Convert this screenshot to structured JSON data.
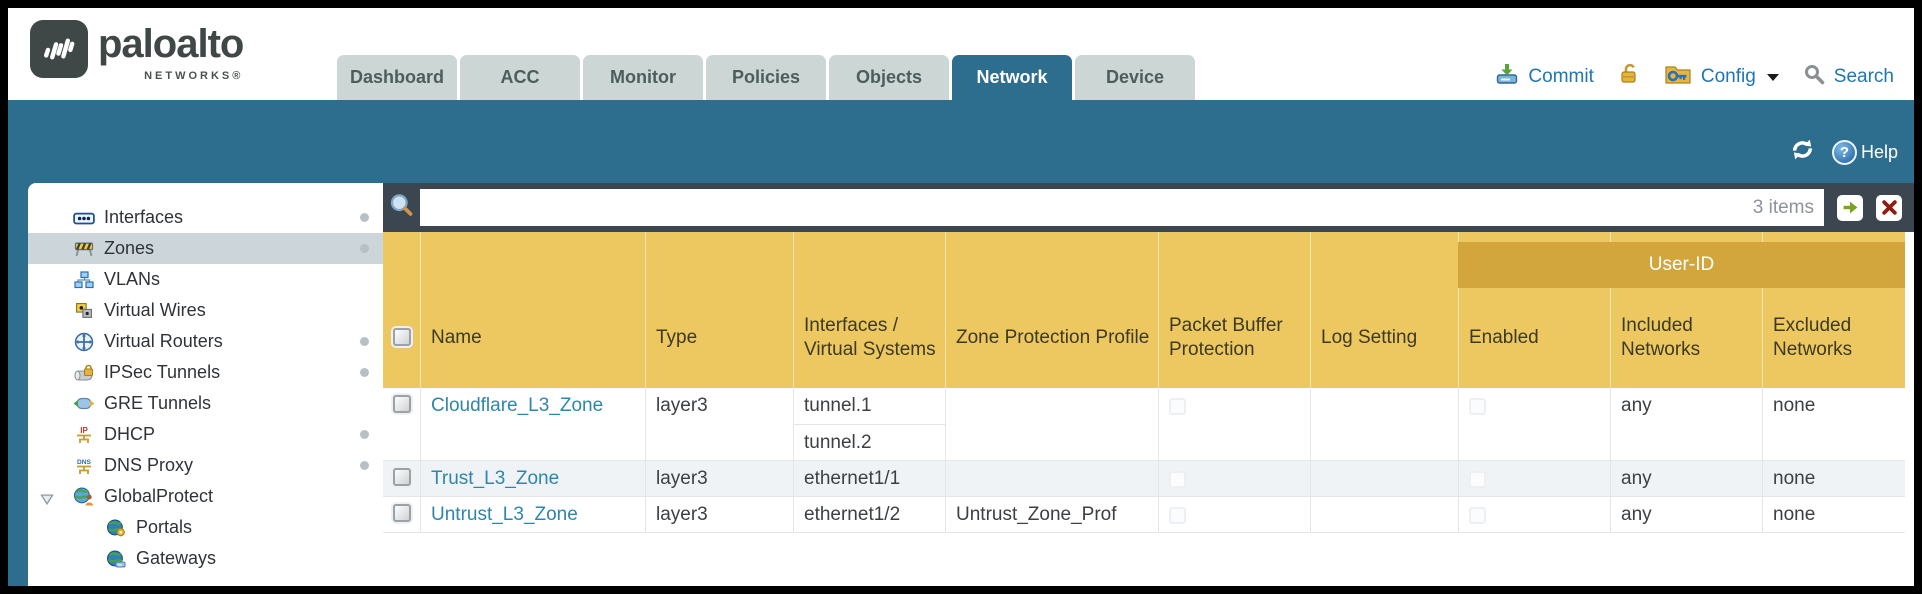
{
  "brand": {
    "logo_word": "paloalto",
    "logo_sub": "NETWORKS®"
  },
  "nav_tabs": {
    "items": [
      {
        "label": "Dashboard",
        "active": false
      },
      {
        "label": "ACC",
        "active": false
      },
      {
        "label": "Monitor",
        "active": false
      },
      {
        "label": "Policies",
        "active": false
      },
      {
        "label": "Objects",
        "active": false
      },
      {
        "label": "Network",
        "active": true
      },
      {
        "label": "Device",
        "active": false
      }
    ]
  },
  "toolbar": {
    "commit_label": "Commit",
    "config_label": "Config",
    "search_label": "Search"
  },
  "utility_band": {
    "help_label": "Help"
  },
  "sidebar": {
    "items": [
      {
        "label": "Interfaces",
        "icon": "interfaces-icon",
        "dot": true,
        "selected": false
      },
      {
        "label": "Zones",
        "icon": "zones-icon",
        "dot": true,
        "selected": true
      },
      {
        "label": "VLANs",
        "icon": "vlans-icon",
        "dot": false,
        "selected": false
      },
      {
        "label": "Virtual Wires",
        "icon": "virtual-wires-icon",
        "dot": false,
        "selected": false
      },
      {
        "label": "Virtual Routers",
        "icon": "virtual-routers-icon",
        "dot": true,
        "selected": false
      },
      {
        "label": "IPSec Tunnels",
        "icon": "ipsec-tunnels-icon",
        "dot": true,
        "selected": false
      },
      {
        "label": "GRE Tunnels",
        "icon": "gre-tunnels-icon",
        "dot": false,
        "selected": false
      },
      {
        "label": "DHCP",
        "icon": "dhcp-icon",
        "dot": true,
        "selected": false
      },
      {
        "label": "DNS Proxy",
        "icon": "dns-proxy-icon",
        "dot": true,
        "selected": false
      },
      {
        "label": "GlobalProtect",
        "icon": "globalprotect-icon",
        "dot": false,
        "selected": false,
        "expanded": true
      },
      {
        "label": "Portals",
        "icon": "portals-icon",
        "dot": false,
        "selected": false,
        "indent": true
      },
      {
        "label": "Gateways",
        "icon": "gateways-icon",
        "dot": false,
        "selected": false,
        "indent": true
      }
    ]
  },
  "filter_bar": {
    "value": "",
    "count": "3 items"
  },
  "table": {
    "group_header": "User-ID",
    "columns": {
      "name": "Name",
      "type": "Type",
      "interfaces": "Interfaces / Virtual Systems",
      "zone_protection": "Zone Protection Profile",
      "packet_buffer": "Packet Buffer Protection",
      "log_setting": "Log Setting",
      "enabled": "Enabled",
      "included": "Included Networks",
      "excluded": "Excluded Networks"
    },
    "rows": [
      {
        "name": "Cloudflare_L3_Zone",
        "type": "layer3",
        "interfaces": [
          "tunnel.1",
          "tunnel.2"
        ],
        "zone_protection": "",
        "packet_buffer_enabled": false,
        "log_setting": "",
        "user_id_enabled": false,
        "included": "any",
        "excluded": "none"
      },
      {
        "name": "Trust_L3_Zone",
        "type": "layer3",
        "interfaces": [
          "ethernet1/1"
        ],
        "zone_protection": "",
        "packet_buffer_enabled": false,
        "log_setting": "",
        "user_id_enabled": false,
        "included": "any",
        "excluded": "none"
      },
      {
        "name": "Untrust_L3_Zone",
        "type": "layer3",
        "interfaces": [
          "ethernet1/2"
        ],
        "zone_protection": "Untrust_Zone_Prof",
        "packet_buffer_enabled": false,
        "log_setting": "",
        "user_id_enabled": false,
        "included": "any",
        "excluded": "none"
      }
    ]
  },
  "colors": {
    "accent_teal": "#2d6d8e",
    "header_gold": "#edc75f",
    "group_band_gold": "#d2a53d",
    "link_blue": "#2e86ad",
    "filter_slate": "#3b4651",
    "selected_row_gray": "#ccd6da"
  }
}
